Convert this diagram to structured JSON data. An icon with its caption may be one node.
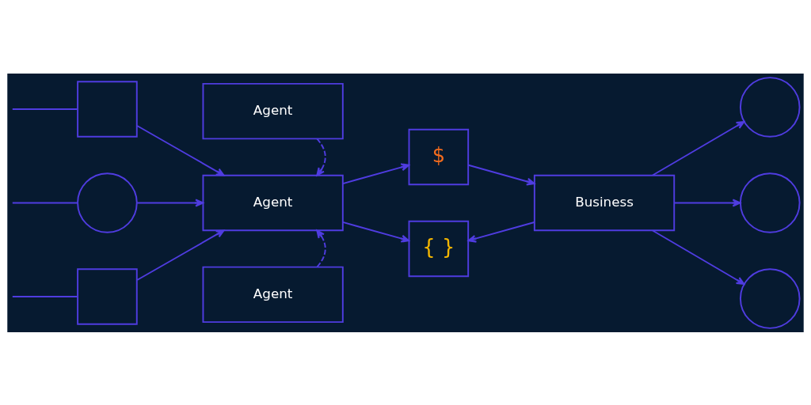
{
  "diagram": {
    "nodes": [
      {
        "text": [],
        "shape": "box"
      },
      {
        "text": [],
        "shape": "circle"
      },
      {
        "text": [],
        "shape": "box"
      },
      {
        "text": [
          "Agent"
        ]
      },
      {
        "text": [
          "Agent"
        ]
      },
      {
        "text": [
          "Agent"
        ]
      },
      {
        "text": [
          "$"
        ]
      },
      {
        "text": [
          "{ }"
        ]
      },
      {
        "text": [
          "Business"
        ]
      },
      {
        "text": [],
        "shape": "circle"
      },
      {
        "text": [],
        "shape": "circle"
      },
      {
        "text": [],
        "shape": "circle"
      }
    ],
    "edges": [
      {
        "from": null,
        "to": 0,
        "arrow": "none"
      },
      {
        "from": null,
        "to": 1,
        "arrow": "none"
      },
      {
        "from": null,
        "to": 2,
        "arrow": "none"
      },
      {
        "from": 0,
        "to": 4,
        "arrow": "to"
      },
      {
        "from": 1,
        "to": 4,
        "arrow": "to"
      },
      {
        "from": 2,
        "to": 4,
        "arrow": "to"
      },
      {
        "from": 3,
        "to": 4,
        "arrow": "to",
        "style": "dashed"
      },
      {
        "from": 5,
        "to": 4,
        "arrow": "to",
        "style": "dashed"
      },
      {
        "from": 4,
        "to": 6,
        "arrow": "to"
      },
      {
        "from": 4,
        "to": 7,
        "arrow": "to"
      },
      {
        "from": 6,
        "to": 8,
        "arrow": "to"
      },
      {
        "from": 8,
        "to": 7,
        "arrow": "to"
      },
      {
        "from": 8,
        "to": 9,
        "arrow": "to"
      },
      {
        "from": 8,
        "to": 10,
        "arrow": "to"
      },
      {
        "from": 8,
        "to": 11,
        "arrow": "to"
      }
    ]
  }
}
